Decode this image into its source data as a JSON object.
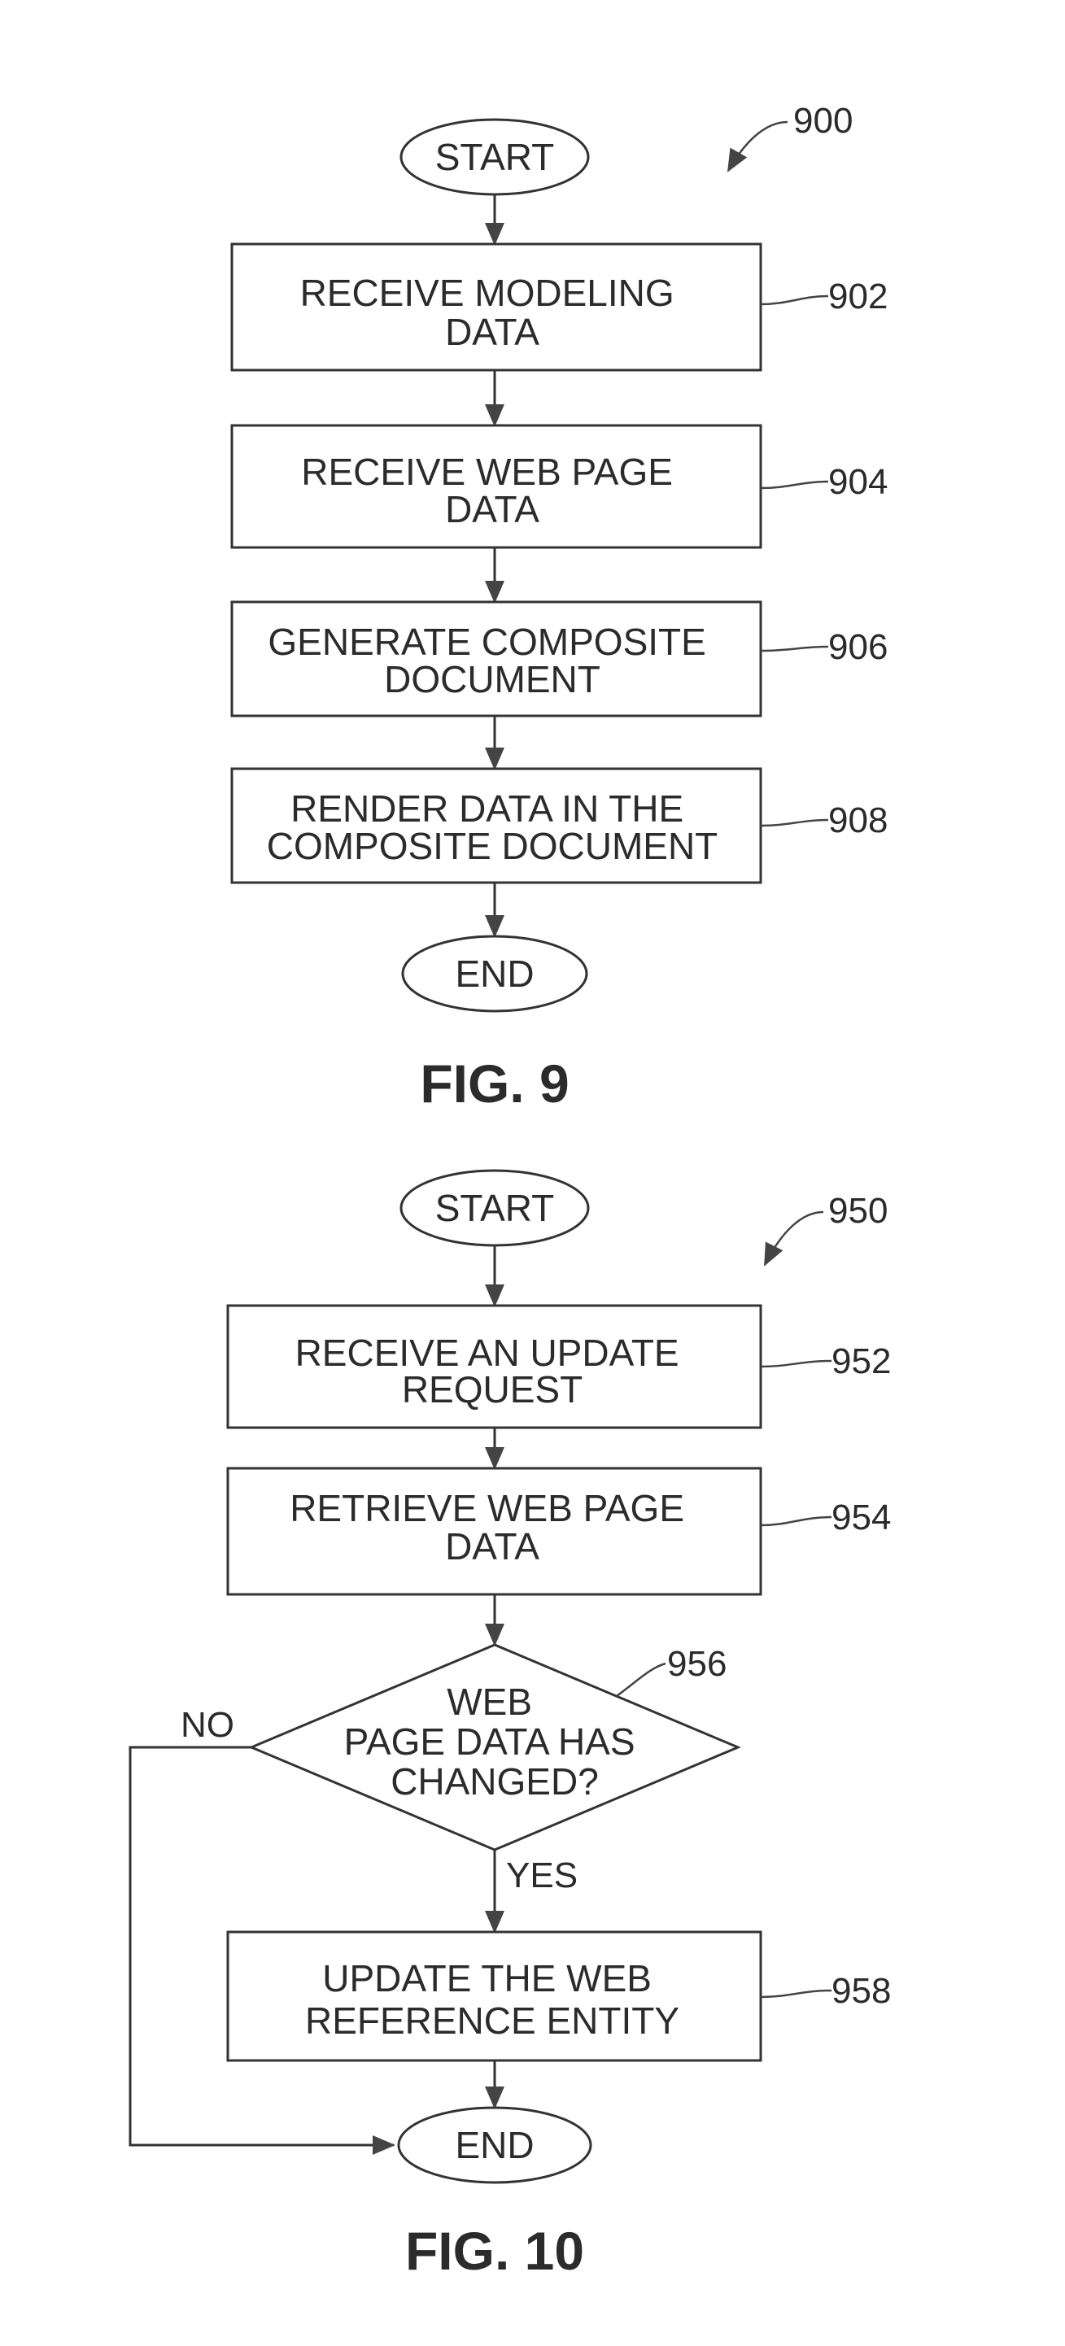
{
  "fig9": {
    "ref": "900",
    "start": "START",
    "end": "END",
    "caption": "FIG. 9",
    "steps": [
      {
        "ref": "902",
        "lines": [
          "RECEIVE MODELING",
          "DATA"
        ]
      },
      {
        "ref": "904",
        "lines": [
          "RECEIVE WEB PAGE",
          "DATA"
        ]
      },
      {
        "ref": "906",
        "lines": [
          "GENERATE COMPOSITE",
          "DOCUMENT"
        ]
      },
      {
        "ref": "908",
        "lines": [
          "RENDER DATA IN THE",
          "COMPOSITE DOCUMENT"
        ]
      }
    ]
  },
  "fig10": {
    "ref": "950",
    "start": "START",
    "end": "END",
    "caption": "FIG. 10",
    "steps": [
      {
        "ref": "952",
        "lines": [
          "RECEIVE AN UPDATE",
          "REQUEST"
        ]
      },
      {
        "ref": "954",
        "lines": [
          "RETRIEVE WEB PAGE",
          "DATA"
        ]
      },
      {
        "ref": "958",
        "lines": [
          "UPDATE THE WEB",
          "REFERENCE ENTITY"
        ]
      }
    ],
    "decision": {
      "ref": "956",
      "lines": [
        "WEB",
        "PAGE DATA HAS",
        "CHANGED?"
      ],
      "yes": "YES",
      "no": "NO"
    }
  }
}
